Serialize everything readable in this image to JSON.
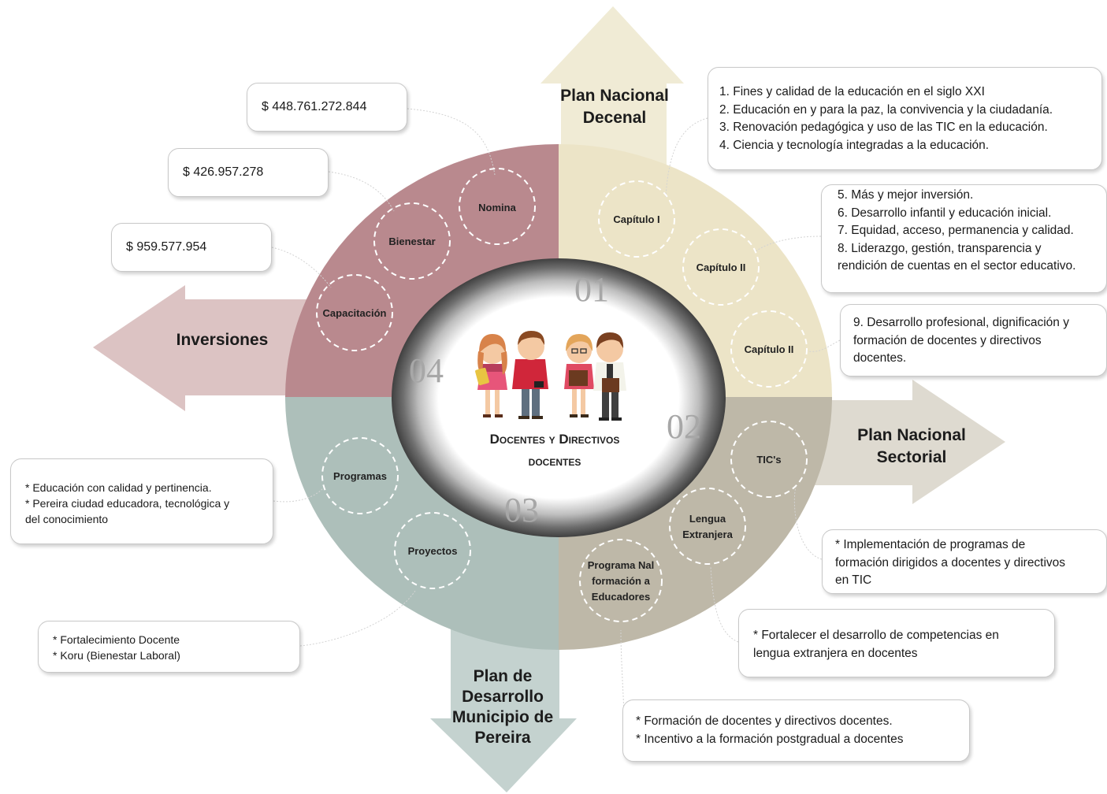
{
  "arrows": {
    "top": "Plan Nacional Decenal",
    "top_lines": [
      "Plan Nacional",
      "Decenal"
    ],
    "left": "Inversiones",
    "right_lines": [
      "Plan Nacional",
      "Sectorial"
    ],
    "bottom_lines": [
      "Plan de",
      "Desarrollo",
      "Municipio de",
      "Pereira"
    ]
  },
  "quadrant_numbers": [
    "01",
    "02",
    "03",
    "04"
  ],
  "center": {
    "title_lines": [
      "Docentes y Directivos",
      "docentes"
    ],
    "icon": "teachers-group-icon"
  },
  "circles": {
    "q4": [
      "Nomina",
      "Bienestar",
      "Capacitación"
    ],
    "q1": [
      "Capítulo I",
      "Capítulo II",
      "Capítulo II"
    ],
    "q2": [
      "TIC's",
      "Lengua",
      "Extranjera",
      "Programa Nal",
      "formación a",
      "Educadores"
    ],
    "q3": [
      "Programas",
      "Proyectos"
    ]
  },
  "boxes": {
    "nomina_amount": "$ 448.761.272.844",
    "bienestar_amount": "$ 426.957.278",
    "capacitacion_amount": "$ 959.577.954",
    "cap1_lines": [
      "1. Fines y calidad de la educación en el siglo XXI",
      "2. Educación en y para la paz, la convivencia y la ciudadanía.",
      "3. Renovación pedagógica y uso de las TIC en la educación.",
      "4. Ciencia y tecnología integradas a la educación."
    ],
    "cap2_lines": [
      "5. Más y mejor inversión.",
      "6. Desarrollo infantil y educación inicial.",
      "7. Equidad, acceso, permanencia y calidad.",
      "8. Liderazgo, gestión, transparencia y",
      "rendición de cuentas en el sector educativo."
    ],
    "cap3_lines": [
      "9. Desarrollo profesional, dignificación y",
      "formación de docentes y directivos",
      "docentes."
    ],
    "tics_lines": [
      "* Implementación de programas de",
      "formación dirigidos a docentes y directivos",
      "en TIC"
    ],
    "lengua_lines": [
      "* Fortalecer el desarrollo de competencias en",
      "lengua extranjera en docentes"
    ],
    "programa_nal_lines": [
      "* Formación de docentes y directivos docentes.",
      "* Incentivo a la formación postgradual a docentes"
    ],
    "programas_lines": [
      "* Educación con calidad y pertinencia.",
      "* Pereira ciudad educadora, tecnológica y",
      "del conocimiento"
    ],
    "proyectos_lines": [
      "* Fortalecimiento Docente",
      "* Koru (Bienestar  Laboral)"
    ]
  },
  "colors": {
    "q1": "#ece4c7",
    "q2": "#beb8a8",
    "q3": "#adbfba",
    "q4": "#b9898e",
    "arrow_top": "#f0ebd5",
    "arrow_right": "#dedad0",
    "arrow_bottom": "#c4d2cf",
    "arrow_left": "#dcc3c3"
  }
}
